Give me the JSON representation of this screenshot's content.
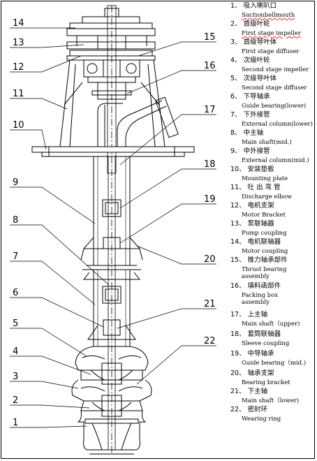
{
  "callouts": [
    "14",
    "13",
    "12",
    "11",
    "10",
    "9",
    "8",
    "7",
    "6",
    "5",
    "4",
    "3",
    "2",
    "1",
    "15",
    "16",
    "17",
    "18",
    "19",
    "20",
    "21",
    "22"
  ],
  "legend": [
    {
      "zh": "1、 吸入喇叭口",
      "en": "Suctionbellmouth",
      "underline": true
    },
    {
      "zh": "2、 首级叶轮",
      "en": "First stage impeller",
      "underline": true
    },
    {
      "zh": "3、 首级导叶体",
      "en": "First stage diffuser"
    },
    {
      "zh": "4、 次级叶轮",
      "en": "Second stage impeller"
    },
    {
      "zh": "5、 次级导叶体",
      "en": "Second stage diffuser"
    },
    {
      "zh": "6、 下导轴承",
      "en": "Guide bearing(lower)"
    },
    {
      "zh": "7、 下外接管",
      "en": "External column(lower)"
    },
    {
      "zh": "8、 中主轴",
      "en": "Main shaft(mid.)"
    },
    {
      "zh": "9、 中外接管",
      "en": "External column(mid.)"
    },
    {
      "zh": "10、   安装垫板",
      "en": "Mounting plate"
    },
    {
      "zh": "11、 吐 出 弯 管",
      "en": "Discharge elbow"
    },
    {
      "zh": "12、 电机支架",
      "en": "Motor Bracket"
    },
    {
      "zh": "13、 泵联轴器",
      "en": "Pump coupling"
    },
    {
      "zh": "14、   电机联轴器",
      "en": "Motor coupling"
    },
    {
      "zh": "15、   推力轴承部件",
      "en": "Thrust        bearing",
      "en2": "assembly"
    },
    {
      "zh": "16、   填料函部件",
      "en": "Packing            box",
      "en2": "assembly"
    },
    {
      "zh": "17、     上主轴",
      "en": "Main shaft（upper)"
    },
    {
      "zh": "18、   套筒联轴器",
      "en": "Sleeve coupling"
    },
    {
      "zh": "19、   中导轴承",
      "en": "Guide bearing（mid.)"
    },
    {
      "zh": "20、   轴承支架",
      "en": "Bearing bracket"
    },
    {
      "zh": "21、   下主轴",
      "en": "Main shaft（lower)"
    },
    {
      "zh": "22、   密封环",
      "en": "Wearing ring"
    }
  ]
}
